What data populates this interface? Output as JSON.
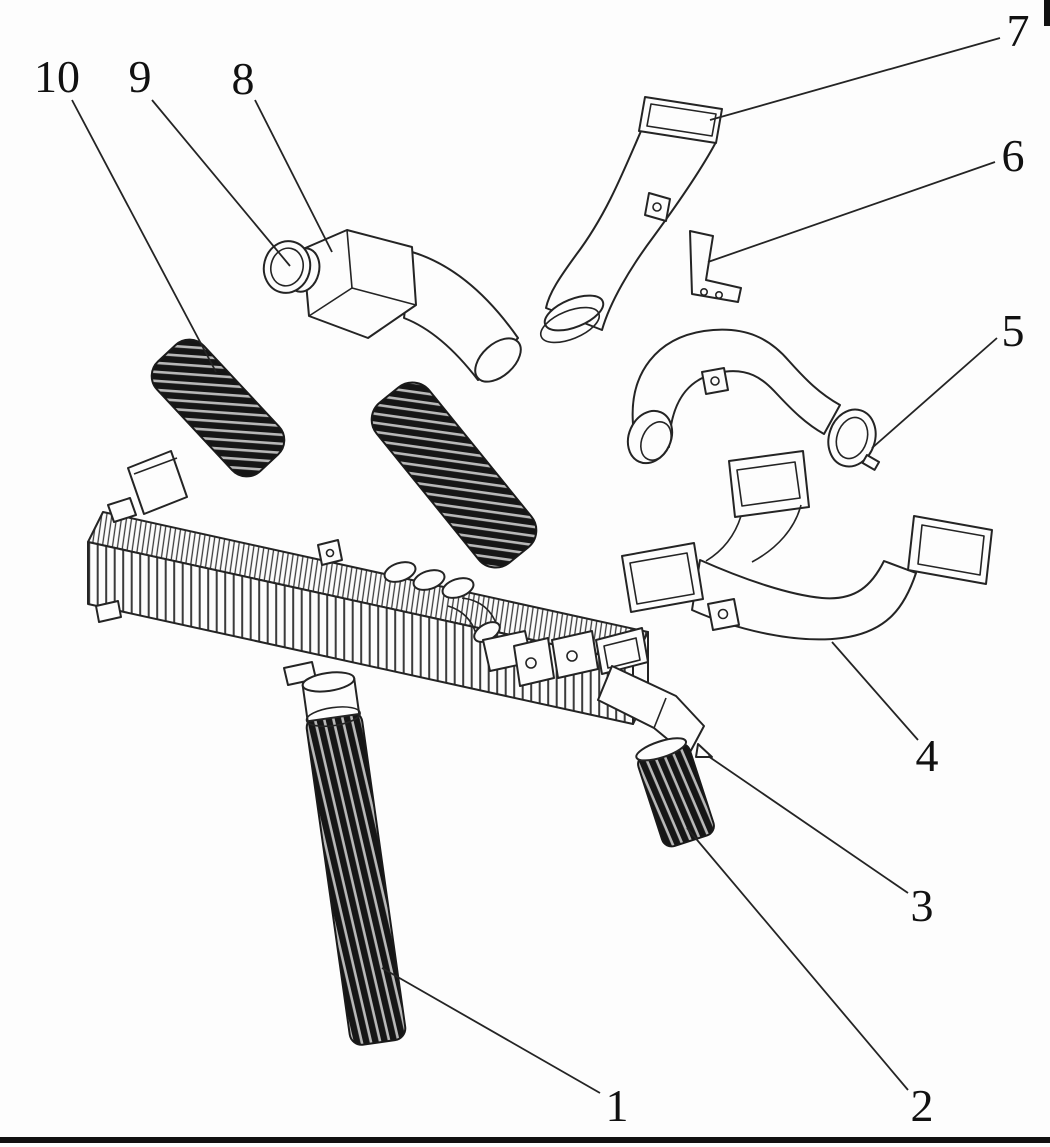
{
  "colors": {
    "paper": "#fdfdfd",
    "line": "#242424",
    "ink": "#111111",
    "hose-dark": "#161616",
    "hose-stripe": "#b8b8b8",
    "fin": "#3c3c3c"
  },
  "parts": [
    {
      "number": "1"
    },
    {
      "number": "2"
    },
    {
      "number": "3"
    },
    {
      "number": "4"
    },
    {
      "number": "5"
    },
    {
      "number": "6"
    },
    {
      "number": "7"
    },
    {
      "number": "8"
    },
    {
      "number": "9"
    },
    {
      "number": "10"
    }
  ]
}
